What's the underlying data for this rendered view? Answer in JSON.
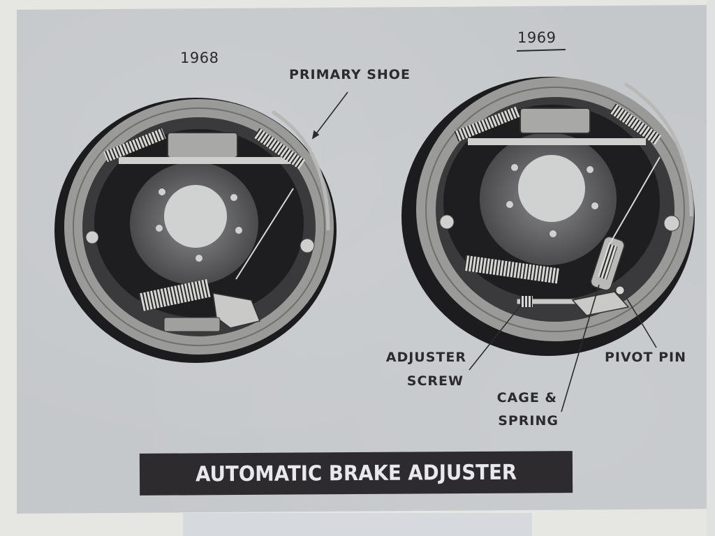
{
  "figure": {
    "title": "AUTOMATIC BRAKE ADJUSTER",
    "colors": {
      "page_background": "#e6e7e3",
      "panel_background": "#c5c8cb",
      "title_bar": "#2e2b2f",
      "title_text": "#e8e9ec",
      "label_text": "#2b2b2e"
    },
    "left_assembly": {
      "year": "1968",
      "callouts": [
        {
          "label": "PRIMARY SHOE"
        }
      ]
    },
    "right_assembly": {
      "year": "1969",
      "callouts": [
        {
          "label_line1": "ADJUSTER",
          "label_line2": "SCREW"
        },
        {
          "label_line1": "CAGE &",
          "label_line2": "SPRING"
        },
        {
          "label": "PIVOT PIN"
        }
      ]
    }
  }
}
